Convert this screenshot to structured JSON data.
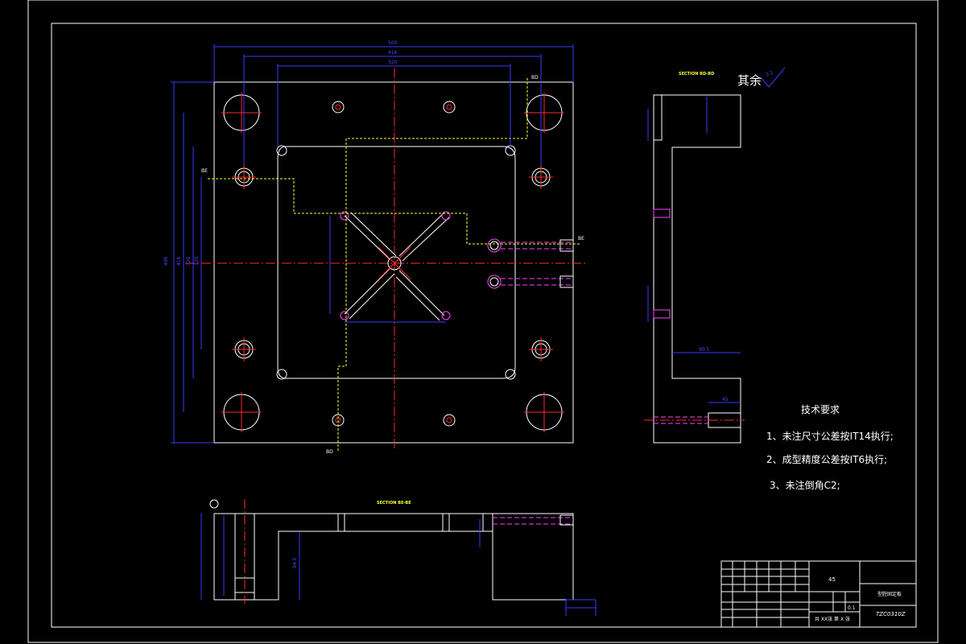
{
  "top_view": {
    "dims": [
      "500",
      "416",
      "320",
      "496",
      "416",
      "320",
      "320"
    ],
    "section_marks": [
      "BD",
      "BD",
      "BE",
      "BE"
    ]
  },
  "side_view": {
    "title": "SECTION BD-BD",
    "surface_finish": "其余",
    "roughness": "3.2",
    "dims": [
      "90.5",
      "45"
    ]
  },
  "bottom_view": {
    "title": "SECTION BE-BE",
    "dims": [
      "94.5"
    ]
  },
  "requirements": {
    "title": "技术要求",
    "items": [
      "1、未注尺寸公差按IT14执行;",
      "2、成型精度公差按IT6执行;",
      "3、未注倒角C2;"
    ]
  },
  "title_block": {
    "material": "45",
    "part_name": "型腔固定板",
    "drawing_number": "TZC0310Z",
    "scale": "0.1",
    "sheet": "共 XX张  第 X 张"
  }
}
